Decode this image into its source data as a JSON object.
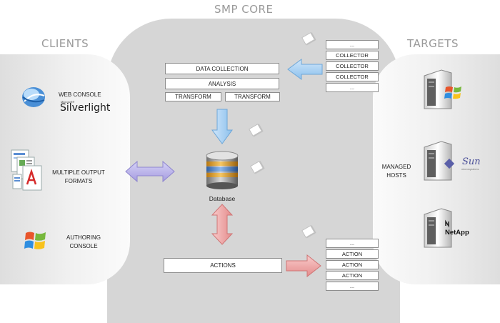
{
  "sections": {
    "core_title": "SMP CORE",
    "clients_title": "CLIENTS",
    "targets_title": "TARGETS"
  },
  "clients": {
    "web_console": "WEB CONSOLE",
    "silverlight_small": "Microsoft®",
    "silverlight_brand": "Silverlight",
    "multiple_output": "MULTIPLE OUTPUT FORMATS",
    "authoring": "AUTHORING CONSOLE"
  },
  "core": {
    "data_collection": "DATA COLLECTION",
    "analysis": "ANALYSIS",
    "transform_1": "TRANSFORM",
    "transform_2": "TRANSFORM",
    "database_label": "Database",
    "actions": "ACTIONS"
  },
  "collectors": [
    "...",
    "COLLECTOR",
    "COLLECTOR",
    "COLLECTOR",
    "..."
  ],
  "actions_stack": [
    "...",
    "ACTION",
    "ACTION",
    "ACTION",
    "..."
  ],
  "targets": {
    "managed_hosts": "MANAGED HOSTS",
    "sun_brand": "Sun",
    "sun_sub": "microsystems",
    "netapp_brand": "NetApp"
  },
  "colors": {
    "blue_arrow": "#9ecbf0",
    "red_arrow": "#f2a3a3",
    "purple_arrow": "#b9b3ea",
    "core_bg": "#d6d6d6"
  }
}
